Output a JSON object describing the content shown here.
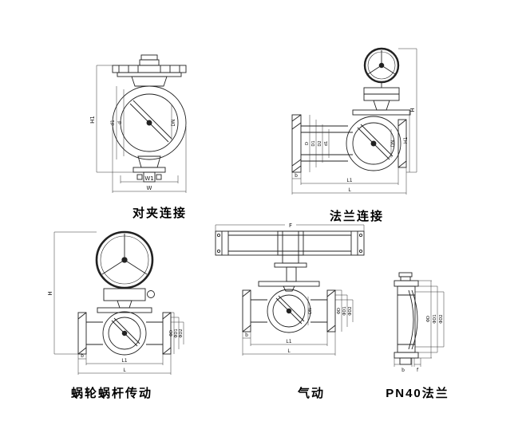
{
  "page": {
    "background": "#ffffff",
    "line_color": "#222222",
    "text_color": "#000000"
  },
  "figures": {
    "wafer": {
      "caption": "对夹连接",
      "labels": {
        "d": "d",
        "d1": "d1",
        "dn": "DN",
        "h1": "H1",
        "w1": "W1",
        "w": "W"
      }
    },
    "flange": {
      "caption": "法兰连接",
      "labels": {
        "D": "D",
        "D1": "D1",
        "D2": "D2",
        "d1": "d1",
        "dn": "DN",
        "h": "H",
        "h1": "H1",
        "b": "b",
        "l1": "L1",
        "l": "L"
      }
    },
    "worm": {
      "caption": "蜗轮蜗杆传动",
      "labels": {
        "h": "H",
        "phiD": "ΦD",
        "phiD1": "ΦD1",
        "phiD2": "ΦD2",
        "b": "b",
        "l1": "L1",
        "l": "L"
      }
    },
    "pneumatic": {
      "caption": "气动",
      "labels": {
        "f": "F",
        "dn": "DN",
        "phiD": "ΦD",
        "phiD1": "ΦD1",
        "phiD2": "ΦD2",
        "b": "b",
        "l1": "L1",
        "l": "L"
      }
    },
    "pn40": {
      "caption": "PN40法兰",
      "labels": {
        "phiD": "ΦD",
        "phiD1": "ΦD1",
        "phiD2": "ΦD2",
        "b": "b",
        "f": "f"
      }
    }
  }
}
